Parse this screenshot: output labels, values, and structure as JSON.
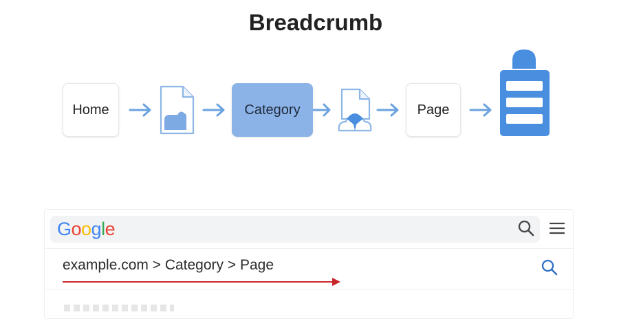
{
  "title": "Breadcrumb",
  "flow": {
    "home_label": "Home",
    "category_label": "Category",
    "page_label": "Page"
  },
  "browser": {
    "logo": [
      "G",
      "o",
      "o",
      "g",
      "l",
      "e"
    ],
    "logo_colors": [
      "#4285F4",
      "#EA4335",
      "#FBBC05",
      "#4285F4",
      "#34A853",
      "#EA4335"
    ],
    "breadcrumb_path": "example.com > Category > Page"
  },
  "colors": {
    "arrow_blue": "#6aa3df",
    "highlight_blue": "#8cb3e8",
    "icon_blue": "#4a8ee0",
    "red_arrow": "#c8262b"
  }
}
